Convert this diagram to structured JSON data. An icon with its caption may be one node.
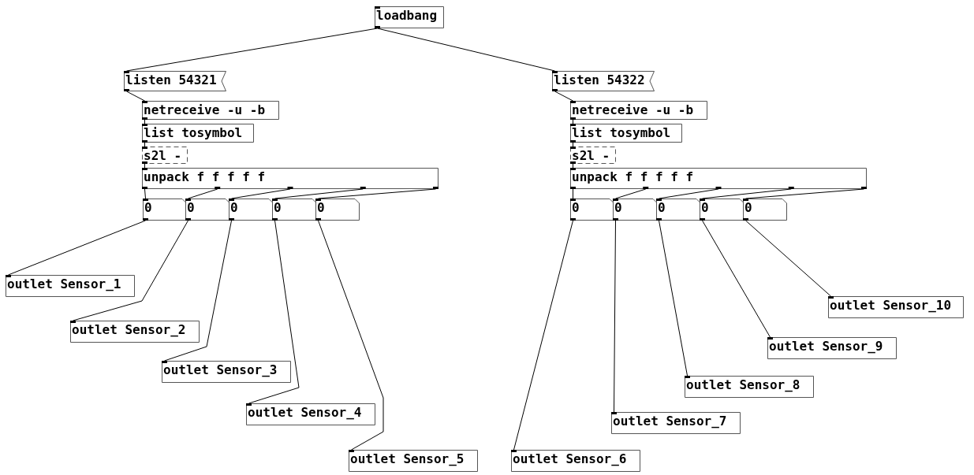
{
  "diagram": {
    "nodes": [
      {
        "text": [
          "loadbang"
        ]
      },
      {
        "text": [
          "listen 54321"
        ]
      },
      {
        "text": [
          "netreceive -u -b"
        ]
      },
      {
        "text": [
          "list tosymbol"
        ]
      },
      {
        "text": [
          "s2l -"
        ]
      },
      {
        "text": [
          "unpack f f f f f"
        ]
      },
      {
        "text": [
          "0"
        ]
      },
      {
        "text": [
          "0"
        ]
      },
      {
        "text": [
          "0"
        ]
      },
      {
        "text": [
          "0"
        ]
      },
      {
        "text": [
          "0"
        ]
      },
      {
        "text": [
          "outlet Sensor_1"
        ]
      },
      {
        "text": [
          "outlet Sensor_2"
        ]
      },
      {
        "text": [
          "outlet Sensor_3"
        ]
      },
      {
        "text": [
          "outlet Sensor_4"
        ]
      },
      {
        "text": [
          "outlet Sensor_5"
        ]
      },
      {
        "text": [
          "listen 54322"
        ]
      },
      {
        "text": [
          "netreceive -u -b"
        ]
      },
      {
        "text": [
          "list tosymbol"
        ]
      },
      {
        "text": [
          "s2l -"
        ]
      },
      {
        "text": [
          "unpack f f f f f"
        ]
      },
      {
        "text": [
          "0"
        ]
      },
      {
        "text": [
          "0"
        ]
      },
      {
        "text": [
          "0"
        ]
      },
      {
        "text": [
          "0"
        ]
      },
      {
        "text": [
          "0"
        ]
      },
      {
        "text": [
          "outlet Sensor_6"
        ]
      },
      {
        "text": [
          "outlet Sensor_7"
        ]
      },
      {
        "text": [
          "outlet Sensor_8"
        ]
      },
      {
        "text": [
          "outlet Sensor_9"
        ]
      },
      {
        "text": [
          "outlet Sensor_10"
        ]
      }
    ],
    "edges": [
      {
        "from": 0,
        "to": 1,
        "arrow": "none"
      },
      {
        "from": 0,
        "to": 16,
        "arrow": "none"
      },
      {
        "from": 1,
        "to": 2,
        "arrow": "none"
      },
      {
        "from": 2,
        "to": 3,
        "arrow": "none"
      },
      {
        "from": 3,
        "to": 4,
        "arrow": "none"
      },
      {
        "from": 4,
        "to": 5,
        "arrow": "none"
      },
      {
        "from": 5,
        "to": 6,
        "arrow": "none"
      },
      {
        "from": 5,
        "to": 7,
        "arrow": "none"
      },
      {
        "from": 5,
        "to": 8,
        "arrow": "none"
      },
      {
        "from": 5,
        "to": 9,
        "arrow": "none"
      },
      {
        "from": 5,
        "to": 10,
        "arrow": "none"
      },
      {
        "from": 6,
        "to": 11,
        "arrow": "none"
      },
      {
        "from": 7,
        "to": 12,
        "arrow": "none"
      },
      {
        "from": 8,
        "to": 13,
        "arrow": "none"
      },
      {
        "from": 9,
        "to": 14,
        "arrow": "none"
      },
      {
        "from": 10,
        "to": 15,
        "arrow": "none"
      },
      {
        "from": 16,
        "to": 17,
        "arrow": "none"
      },
      {
        "from": 17,
        "to": 18,
        "arrow": "none"
      },
      {
        "from": 18,
        "to": 19,
        "arrow": "none"
      },
      {
        "from": 19,
        "to": 20,
        "arrow": "none"
      },
      {
        "from": 20,
        "to": 21,
        "arrow": "none"
      },
      {
        "from": 20,
        "to": 22,
        "arrow": "none"
      },
      {
        "from": 20,
        "to": 23,
        "arrow": "none"
      },
      {
        "from": 20,
        "to": 24,
        "arrow": "none"
      },
      {
        "from": 20,
        "to": 25,
        "arrow": "none"
      },
      {
        "from": 21,
        "to": 26,
        "arrow": "none"
      },
      {
        "from": 22,
        "to": 27,
        "arrow": "none"
      },
      {
        "from": 23,
        "to": 28,
        "arrow": "none"
      },
      {
        "from": 24,
        "to": 29,
        "arrow": "none"
      },
      {
        "from": 25,
        "to": 30,
        "arrow": "none"
      }
    ]
  }
}
